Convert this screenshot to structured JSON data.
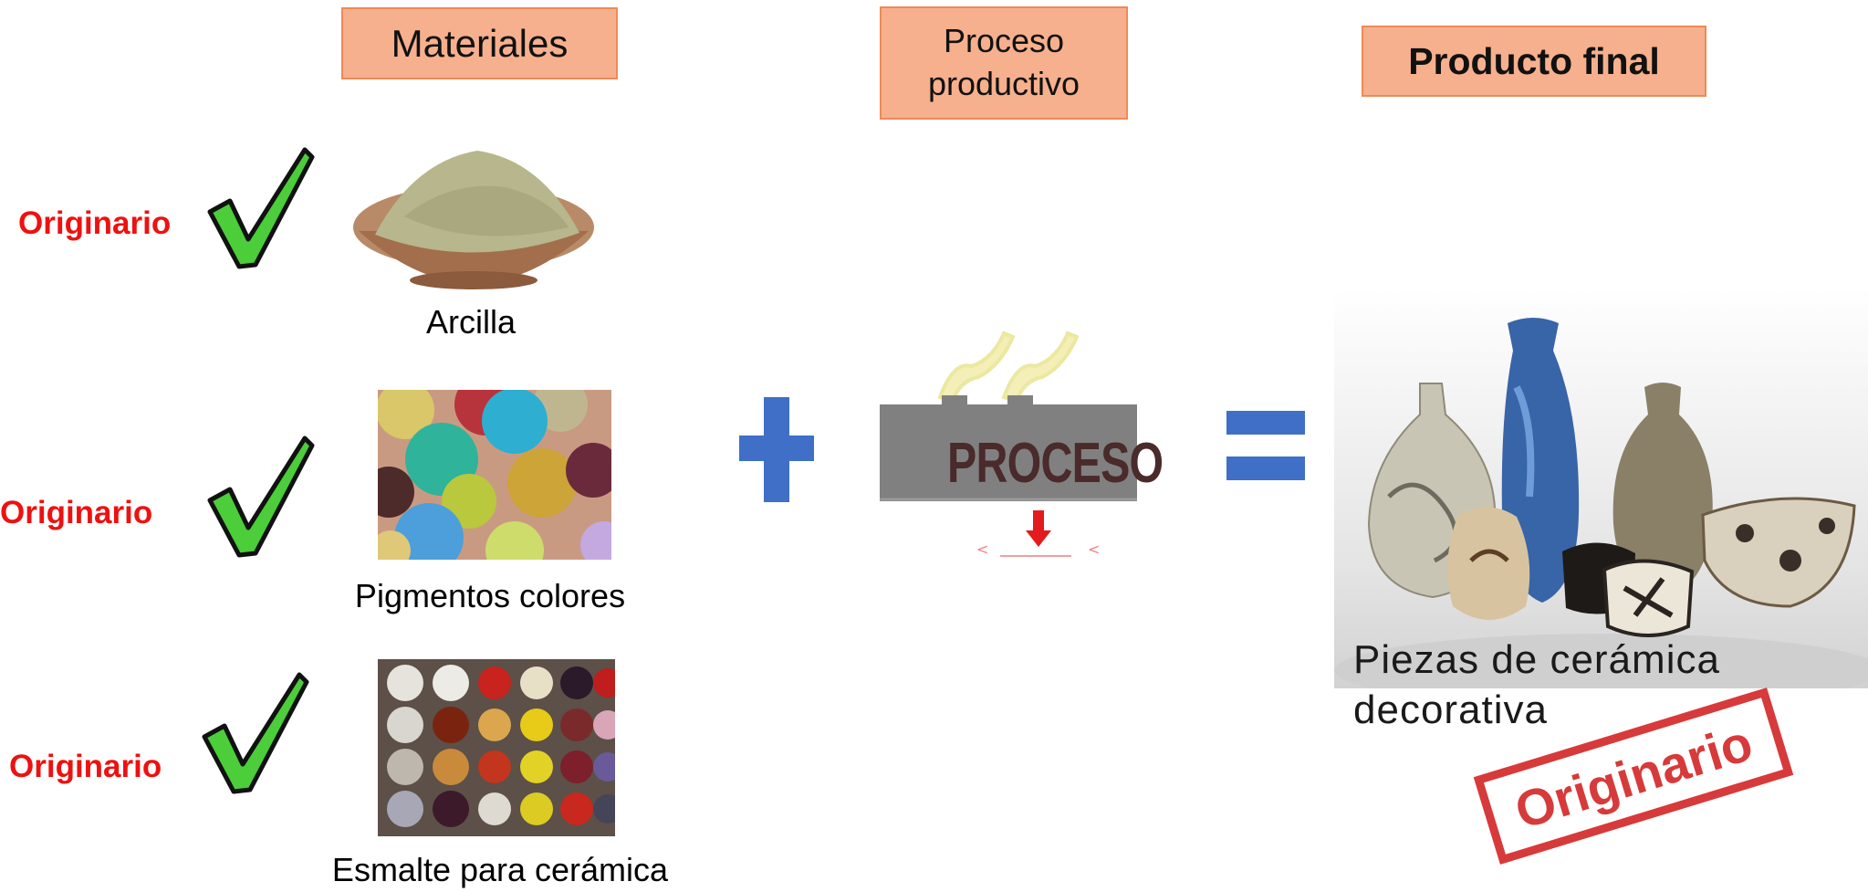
{
  "headers": {
    "materiales": "Materiales",
    "proceso": "Proceso\nproductivo",
    "producto": "Producto final"
  },
  "materials": [
    {
      "status": "Originario",
      "caption": "Arcilla"
    },
    {
      "status": "Originario",
      "caption": "Pigmentos colores"
    },
    {
      "status": "Originario",
      "caption": "Esmalte para cerámica"
    }
  ],
  "process": {
    "label": "PROCESO"
  },
  "product": {
    "caption": "Piezas de cerámica\ndecorativa",
    "stamp": "Originario"
  },
  "colors": {
    "header_fill": "#f6b08d",
    "header_border": "#ee8a57",
    "status_red": "#ee1111",
    "check_green": "#4ccd3a",
    "operator_blue": "#3f6fc6"
  }
}
